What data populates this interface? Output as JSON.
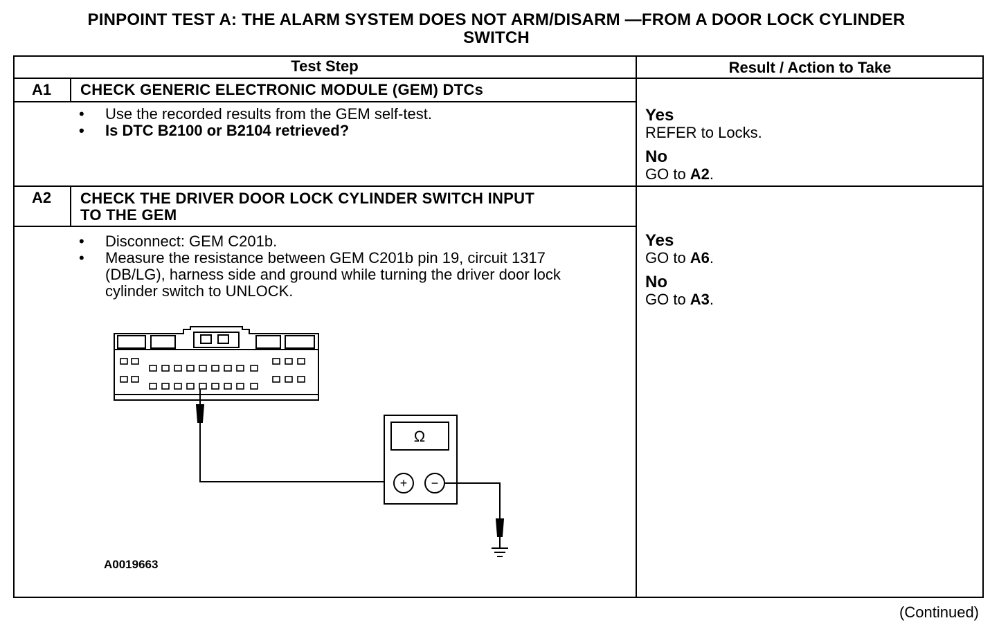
{
  "title": {
    "line1": "PINPOINT TEST  A: THE ALARM SYSTEM DOES NOT ARM/DISARM —FROM A DOOR LOCK CYLINDER",
    "line2": "SWITCH"
  },
  "table": {
    "header_step": "Test Step",
    "header_result": "Result / Action to Take"
  },
  "steps": [
    {
      "id": "A1",
      "title": "CHECK GENERIC ELECTRONIC MODULE (GEM) DTCs",
      "bullets": [
        "Use the recorded results from the GEM self-test.",
        "Is DTC B2100 or B2104 retrieved?"
      ],
      "yes_label": "Yes",
      "yes_action_prefix": "REFER to Locks.",
      "no_label": "No",
      "no_action_prefix": "GO to ",
      "no_action_target": "A2",
      "no_action_suffix": "."
    },
    {
      "id": "A2",
      "title_line1": "CHECK THE DRIVER DOOR LOCK CYLINDER SWITCH INPUT",
      "title_line2": "TO THE GEM",
      "bullets": [
        "Disconnect: GEM C201b.",
        "Measure the resistance between GEM C201b pin 19, circuit 1317 (DB/LG), harness side and ground while turning the driver door lock cylinder switch to UNLOCK."
      ],
      "yes_label": "Yes",
      "yes_action_prefix": "GO to ",
      "yes_action_target": "A6",
      "yes_action_suffix": ".",
      "no_label": "No",
      "no_action_prefix": "GO to ",
      "no_action_target": "A3",
      "no_action_suffix": "."
    }
  ],
  "figure": {
    "id": "A0019663",
    "meter_symbol": "Ω",
    "plus_symbol": "+",
    "minus_symbol": "−"
  },
  "footer": {
    "continued": "(Continued)"
  }
}
